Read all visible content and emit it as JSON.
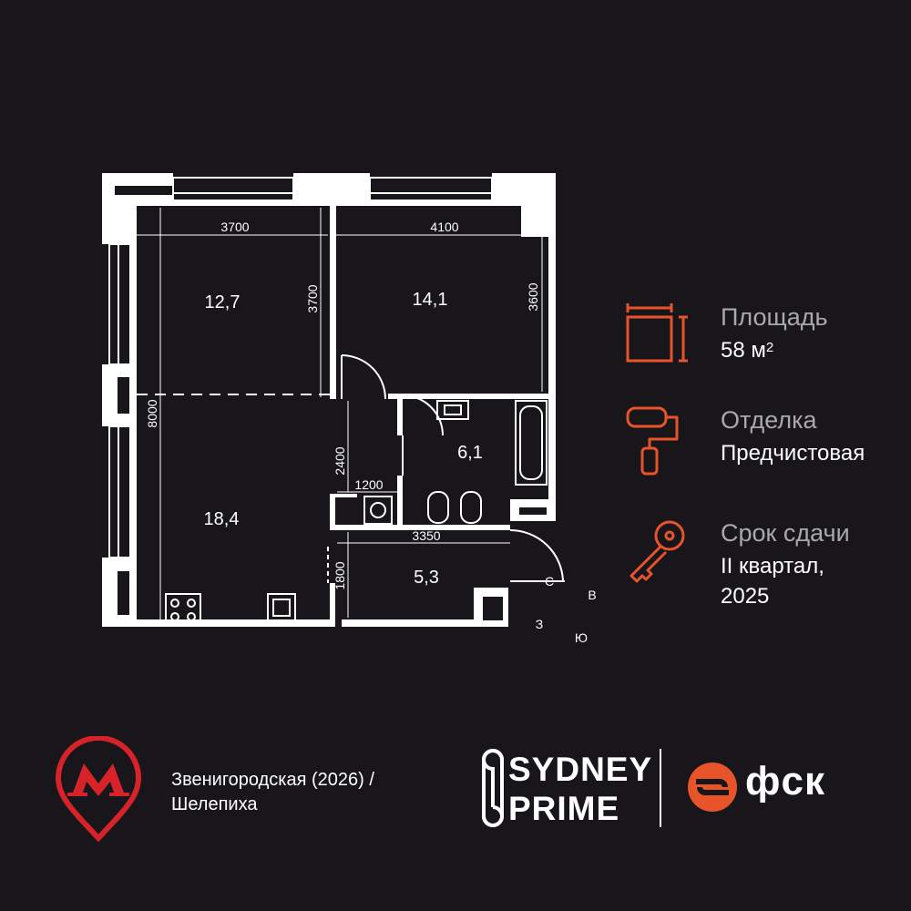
{
  "plan": {
    "dimensions": {
      "d3700_top": "3700",
      "d4100": "4100",
      "d3700_side": "3700",
      "d3600": "3600",
      "d8000": "8000",
      "d2400": "2400",
      "d1200": "1200",
      "d3350": "3350",
      "d1800": "1800"
    },
    "rooms": {
      "bedroom_area": "12,7",
      "room2_area": "14,1",
      "bath_area": "6,1",
      "living_area": "18,4",
      "hall_area": "5,3"
    },
    "compass": {
      "north": "С",
      "east": "В",
      "south": "Ю",
      "west": "З"
    }
  },
  "info": {
    "area_label": "Площадь",
    "area_value": "58 м",
    "area_unit_sup": "2",
    "finish_label": "Отделка",
    "finish_value": "Предчистовая",
    "deadline_label": "Срок сдачи",
    "deadline_value_line1": "II квартал,",
    "deadline_value_line2": "2025"
  },
  "metro": {
    "line1": "Звенигородская (2026) /",
    "line2": "Шелепиха"
  },
  "brand": {
    "line1": "SYDNEY",
    "line2": "PRIME",
    "developer": "фск"
  },
  "colors": {
    "accent": "#e8542a",
    "metro_red": "#d6232a",
    "background": "#18161a"
  }
}
